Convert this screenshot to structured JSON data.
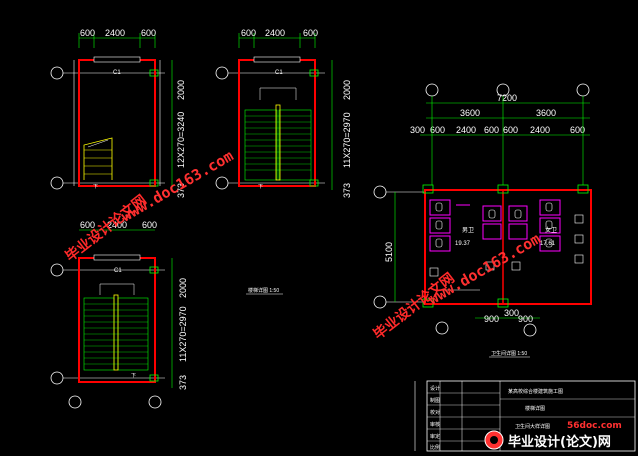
{
  "drawing": {
    "stair_plan_1": {
      "top_dims": [
        "600",
        "2400",
        "600"
      ],
      "side_dims": [
        "2000",
        "12X270=3240",
        "373"
      ],
      "door_label": "C1",
      "arrow_label": "下"
    },
    "stair_plan_2": {
      "top_dims": [
        "600",
        "2400",
        "600"
      ],
      "side_dims": [
        "2000",
        "11X270=2970",
        "373"
      ],
      "door_label": "C1",
      "arrow_label": "下"
    },
    "stair_plan_3": {
      "top_dims": [
        "600",
        "2400",
        "600"
      ],
      "side_dims": [
        "2000",
        "11X270=2970",
        "373"
      ],
      "door_label": "C1",
      "arrow_label": "下"
    },
    "stair_caption": "楼梯详图 1:50",
    "toilet_plan": {
      "overall_dim": "7200",
      "mid_dims": [
        "3600",
        "3600"
      ],
      "detail_dims": [
        "300",
        "600",
        "2400",
        "600",
        "600",
        "2400",
        "600"
      ],
      "left_height": "5100",
      "bottom_dims": [
        "900",
        "300",
        "900"
      ],
      "room_labels": [
        "男卫",
        "女卫"
      ],
      "elevations": [
        "19.37",
        "17.61"
      ],
      "caption": "卫生间详图 1:50"
    },
    "title_block": {
      "rows": [
        "设计",
        "制图",
        "校对",
        "审核",
        "审定",
        "比例"
      ],
      "project_name": "某高校综合楼建筑施工图",
      "sheet_title": "楼梯详图",
      "sheet_subtitle": "卫生间大样详图"
    }
  },
  "watermarks": {
    "site": "毕业设计论文网",
    "url": "www.doc163.com",
    "logo_url": "56doc.com",
    "logo_text": "毕业设计(论文)网"
  },
  "colors": {
    "background": "#000000",
    "wall": "#ff0000",
    "line": "#ffffff",
    "stair": "#ffff00",
    "green": "#00ff00",
    "magenta": "#ff00ff",
    "watermark": "#ff2a2a"
  }
}
